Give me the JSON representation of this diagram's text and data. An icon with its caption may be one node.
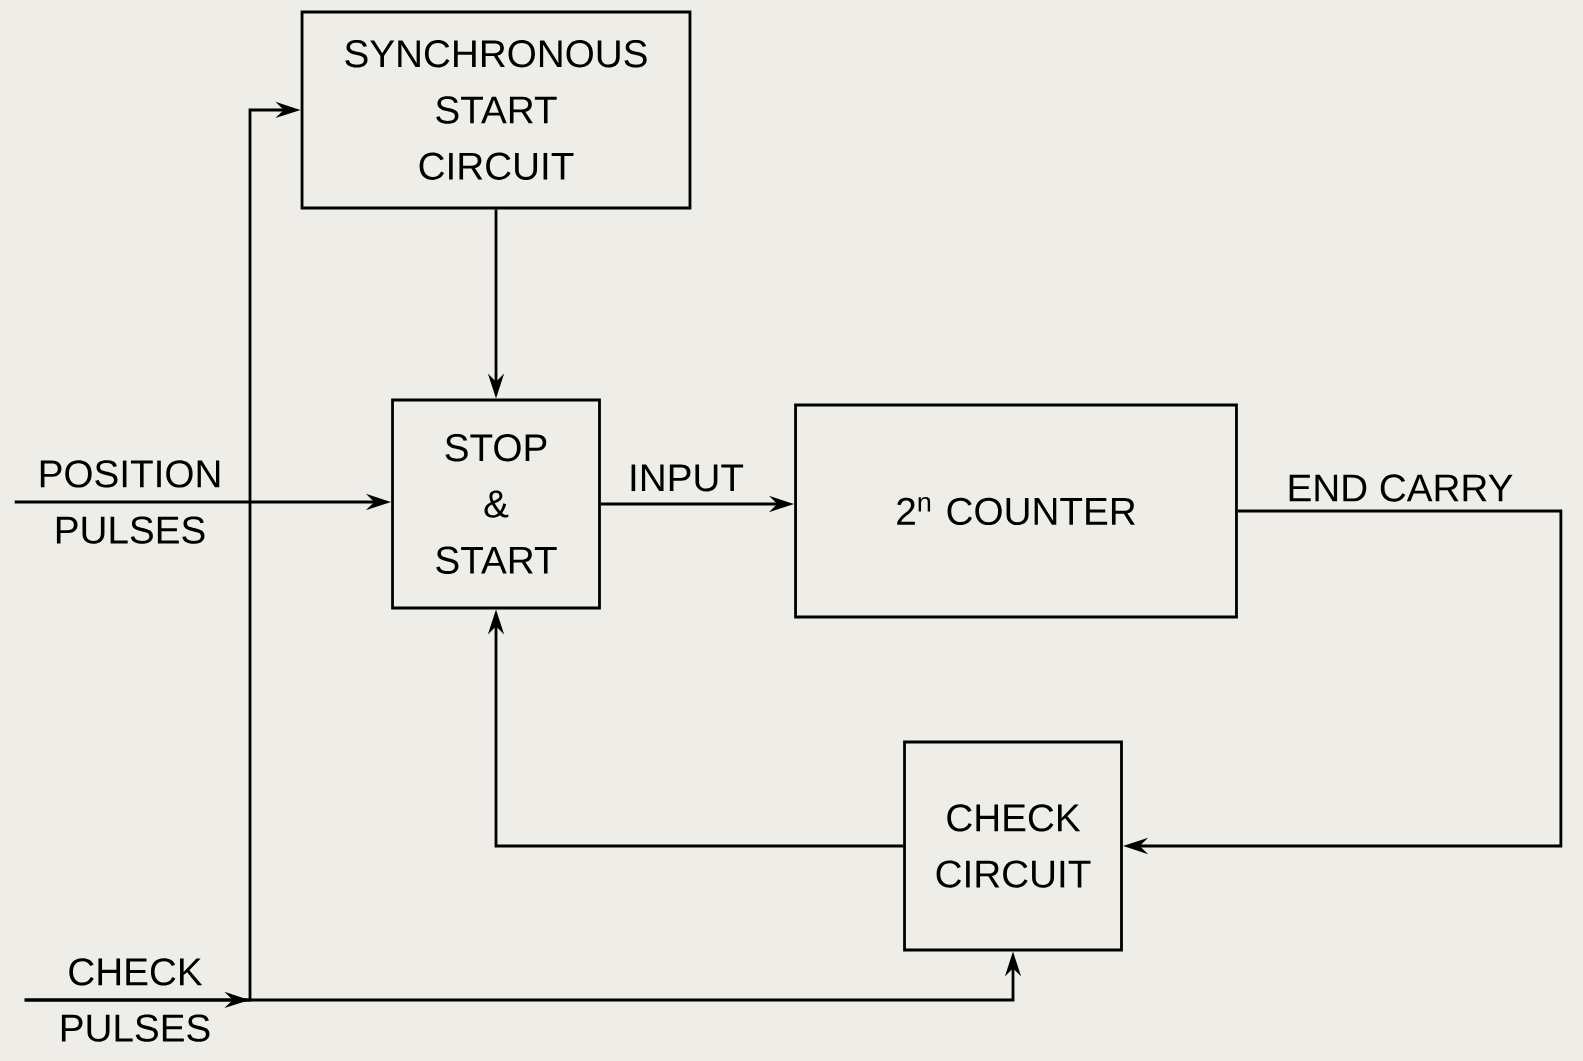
{
  "diagram": {
    "nodes": [
      {
        "text": [
          "SYNCHRONOUS START CIRCUIT"
        ]
      },
      {
        "text": [
          "STOP & START"
        ]
      },
      {
        "text": [
          "2$^{n}$ COUNTER"
        ]
      },
      {
        "text": [
          "CHECK CIRCUIT"
        ]
      },
      {
        "text": [
          "POSITION PULSES"
        ]
      },
      {
        "text": [
          "CHECK PULSES"
        ]
      }
    ],
    "edges": [
      {
        "from": 0,
        "to": 1,
        "arrow": "to"
      },
      {
        "from": 1,
        "to": 2,
        "arrow": "to",
        "label": "INPUT"
      },
      {
        "from": 4,
        "to": 1,
        "arrow": "to"
      },
      {
        "from": 2,
        "to": 3,
        "arrow": "to",
        "label": "END CARRY"
      },
      {
        "from": 3,
        "to": 1,
        "arrow": "to"
      },
      {
        "from": 5,
        "to": 0,
        "arrow": "to"
      },
      {
        "from": 5,
        "to": 3,
        "arrow": "to"
      }
    ]
  }
}
